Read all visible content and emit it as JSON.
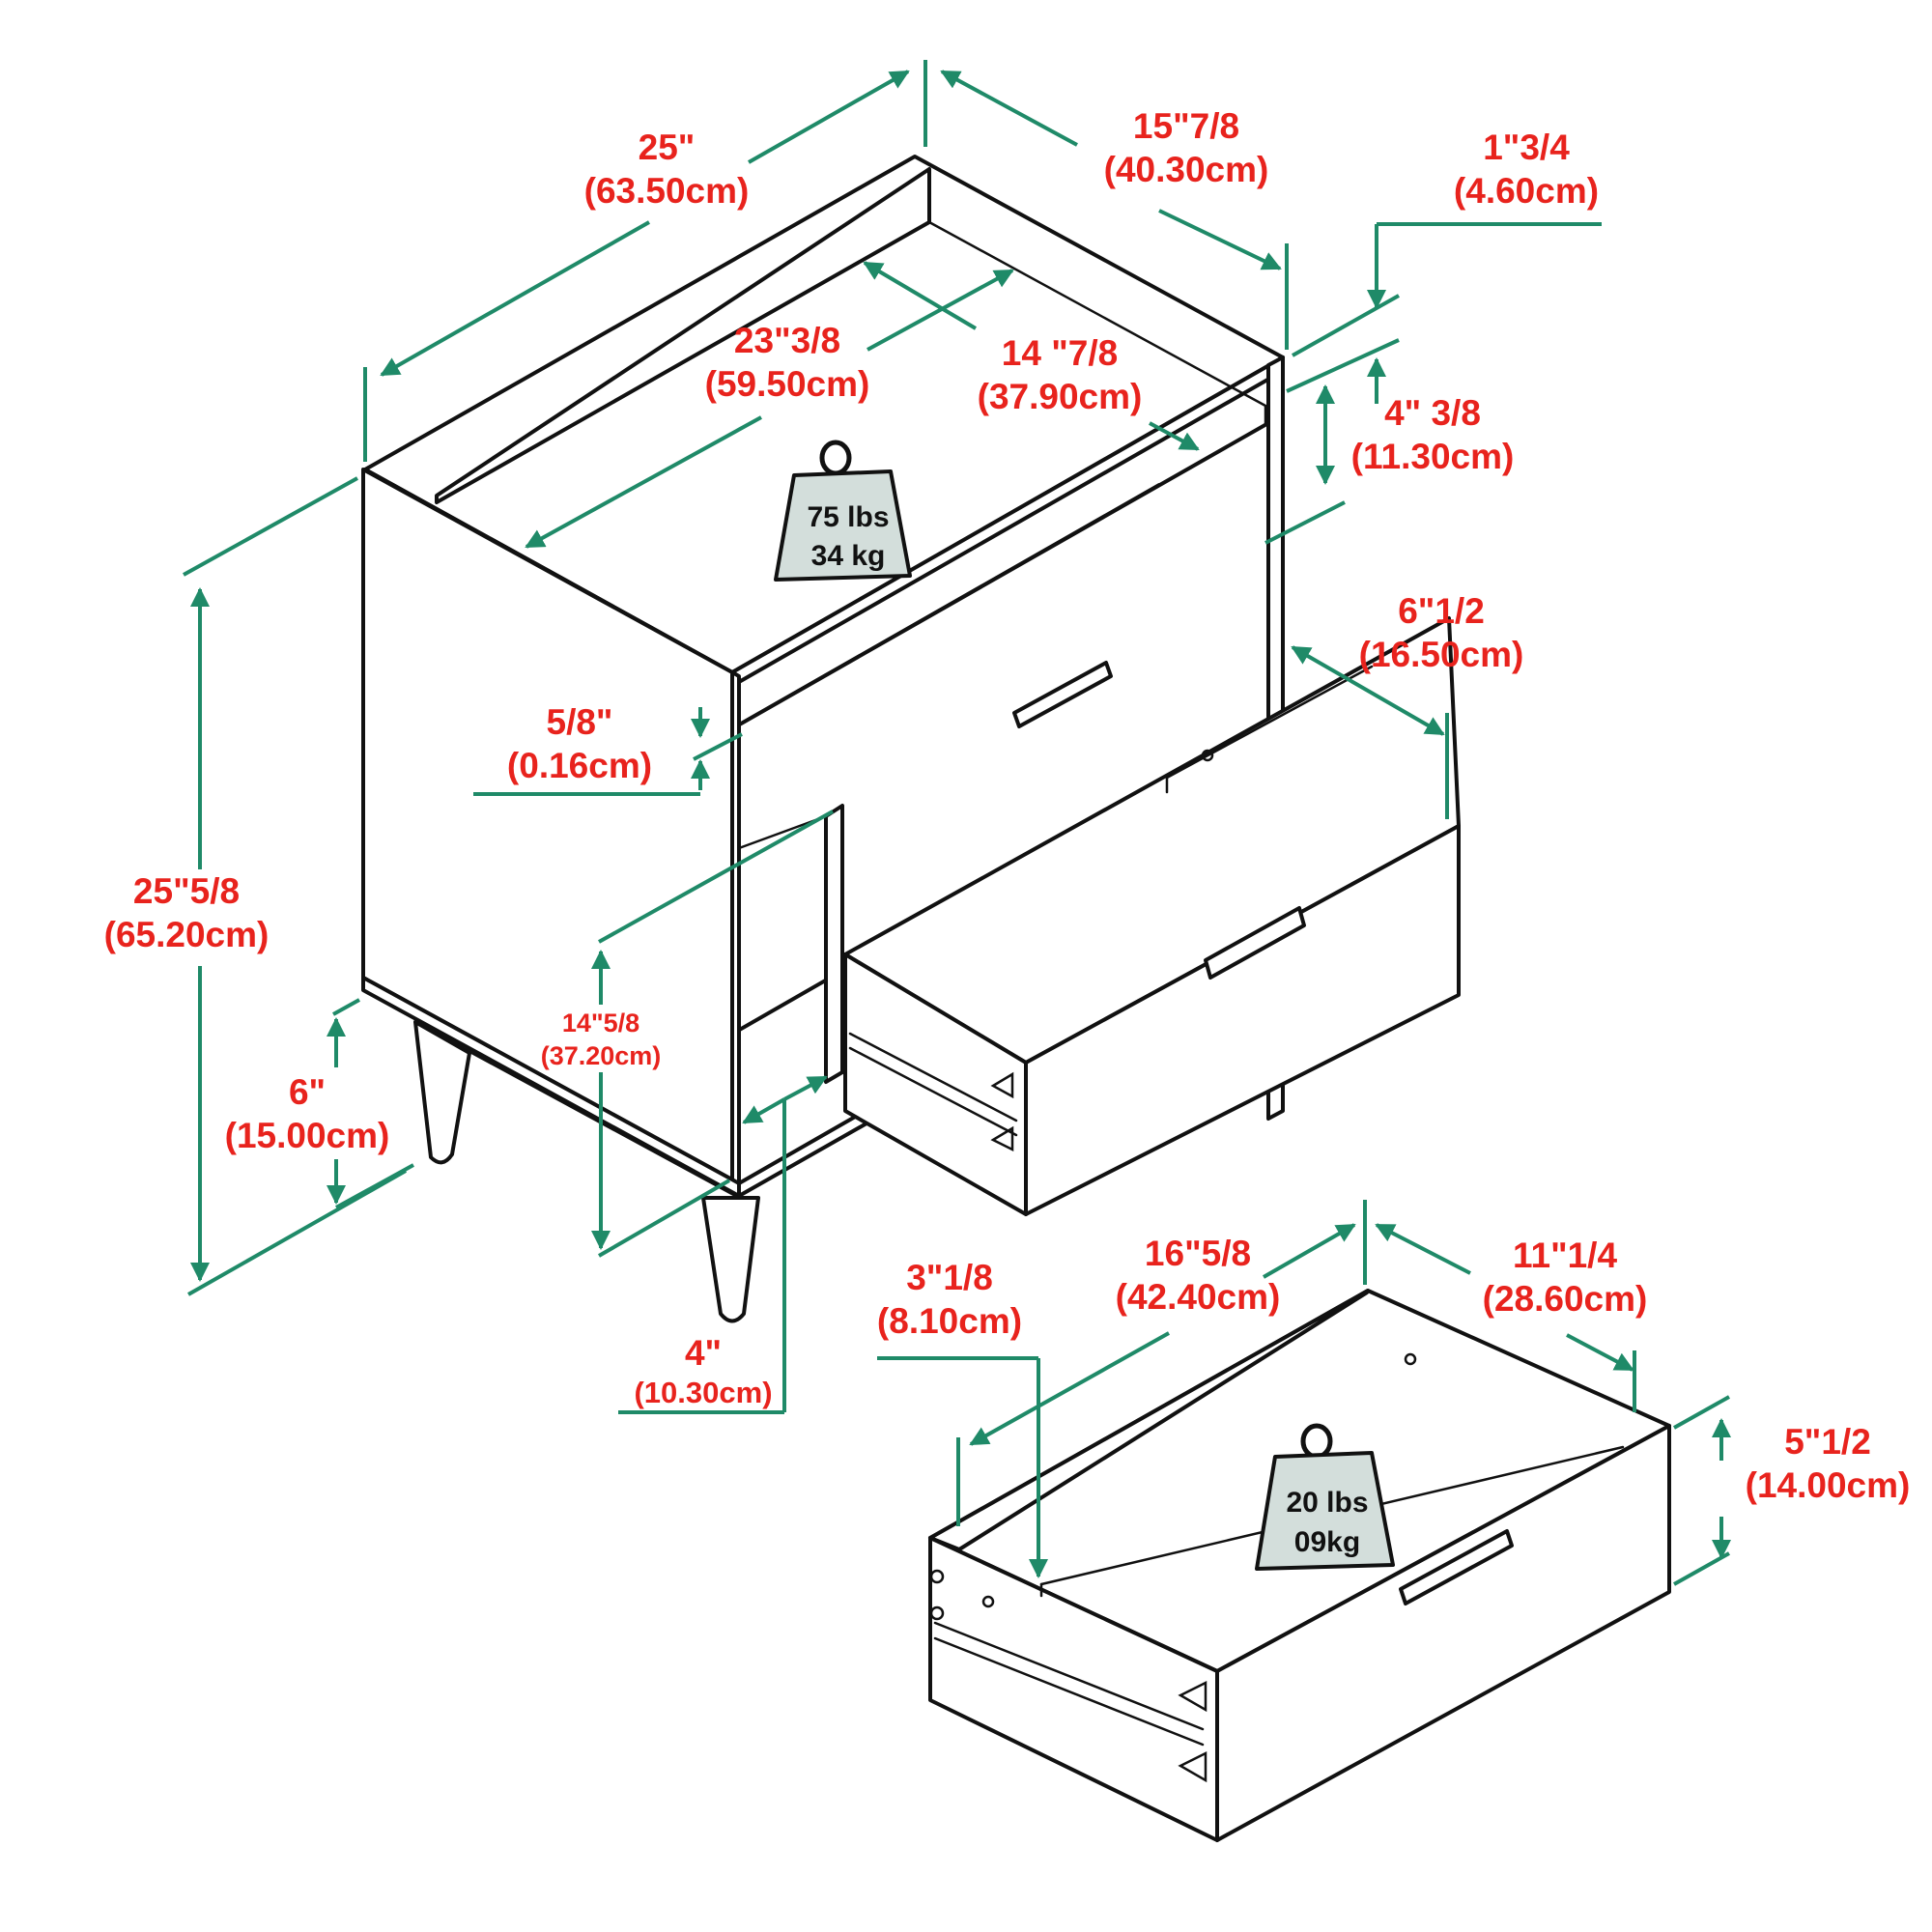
{
  "colors": {
    "dimension_line": "#1f8a68",
    "label_text": "#e8231d",
    "weight_fill": "#d3dedb",
    "outline": "#111111"
  },
  "labels": {
    "width_top": {
      "in": "25\"",
      "cm": "(63.50cm)"
    },
    "depth_top": {
      "in": "15\"7/8",
      "cm": "(40.30cm)"
    },
    "top_thickness": {
      "in": "1\"3/4",
      "cm": "(4.60cm)"
    },
    "inner_width": {
      "in": "23\"3/8",
      "cm": "(59.50cm)"
    },
    "inner_depth": {
      "in": "14 \"7/8",
      "cm": "(37.90cm)"
    },
    "shelf_height": {
      "in": "4\" 3/8",
      "cm": "(11.30cm)"
    },
    "drawer_front": {
      "in": "6\"1/2",
      "cm": "(16.50cm)"
    },
    "panel": {
      "in": "5/8\"",
      "cm": "(0.16cm)"
    },
    "total_height": {
      "in": "25\"5/8",
      "cm": "(65.20cm)"
    },
    "cubby_height": {
      "in": "14\"5/8",
      "cm": "(37.20cm)"
    },
    "leg_height": {
      "in": "6\"",
      "cm": "(15.00cm)"
    },
    "leg_inset": {
      "in": "4\"",
      "cm": "(10.30cm)"
    },
    "drawer_side": {
      "in": "3\"1/8",
      "cm": "(8.10cm)"
    },
    "drawer_width": {
      "in": "16\"5/8",
      "cm": "(42.40cm)"
    },
    "drawer_depth": {
      "in": "11\"1/4",
      "cm": "(28.60cm)"
    },
    "drawer_height": {
      "in": "5\"1/2",
      "cm": "(14.00cm)"
    }
  },
  "weights": {
    "cabinet": {
      "lbs": "75 lbs",
      "kg": "34 kg"
    },
    "drawer": {
      "lbs": "20 lbs",
      "kg": "09kg"
    }
  }
}
